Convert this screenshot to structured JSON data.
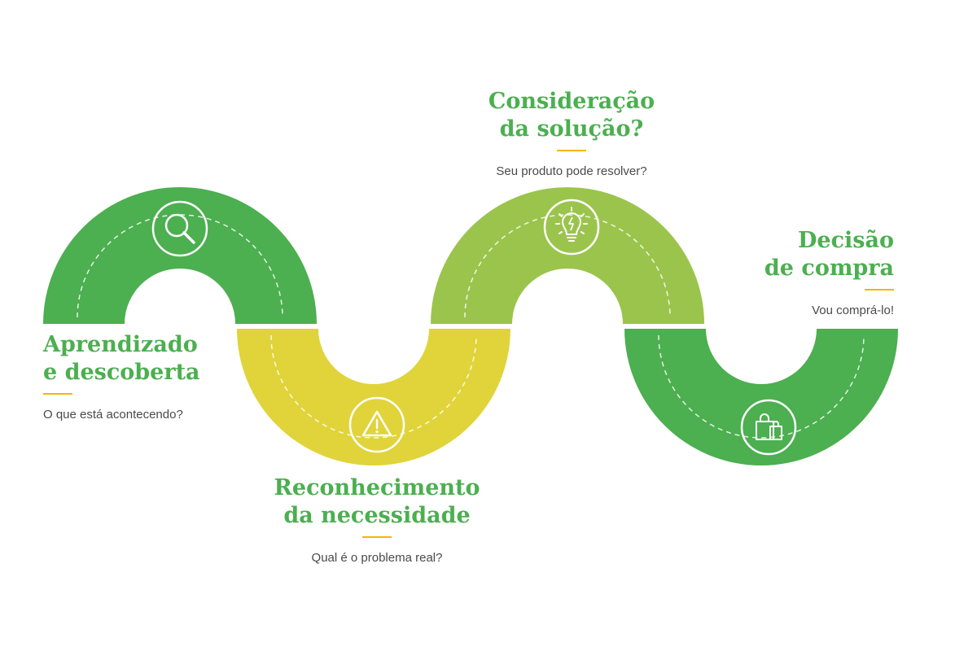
{
  "colors": {
    "green": "#4caf50",
    "yellow": "#e0d43a",
    "light_green": "#9bc44d",
    "title_text": "#4caf50",
    "accent_rule": "#f2b705",
    "body_text": "#4a4a4a"
  },
  "stages": [
    {
      "title": "Aprendizado\ne descoberta",
      "description": "O que está acontecendo?",
      "icon": "search-icon",
      "color": "#4caf50"
    },
    {
      "title": "Reconhecimento\nda necessidade",
      "description": "Qual é o problema real?",
      "icon": "warning-icon",
      "color": "#e0d43a"
    },
    {
      "title": "Consideração\nda solução?",
      "description": "Seu produto pode resolver?",
      "icon": "lightbulb-icon",
      "color": "#9bc44d"
    },
    {
      "title": "Decisão\nde compra",
      "description": "Vou comprá-lo!",
      "icon": "shopping-bag-icon",
      "color": "#4caf50"
    }
  ]
}
